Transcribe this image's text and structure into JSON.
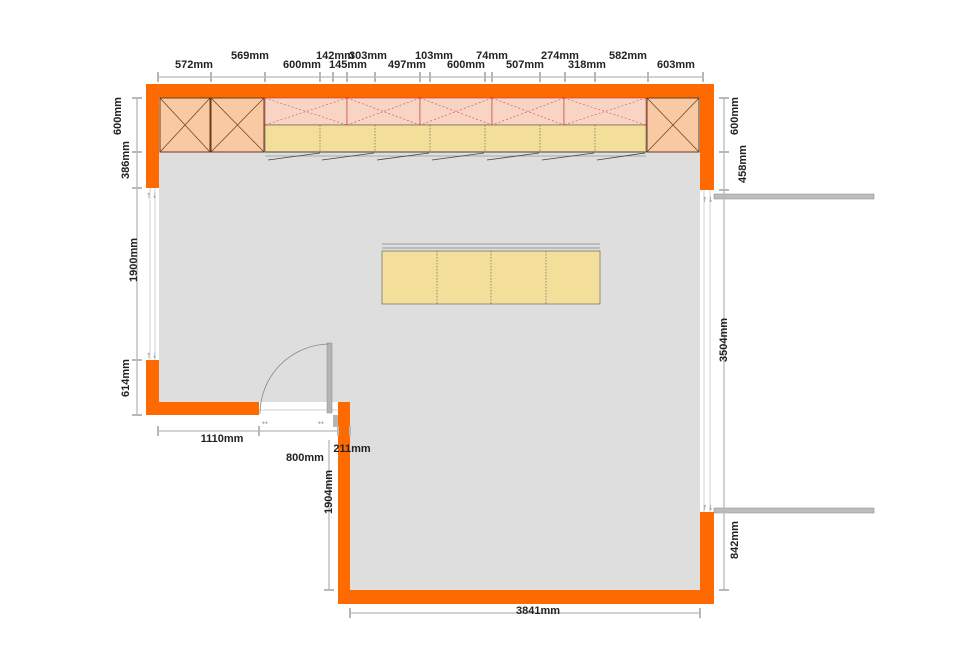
{
  "plan": {
    "colors": {
      "wall": "#ff6a00",
      "floor": "#dedede",
      "tall_unit": "#f8c9a3",
      "wall_unit": "#f8d4c4",
      "base_unit": "#f3df9a"
    },
    "top_dimensions": [
      "572mm",
      "569mm",
      "600mm",
      "142mm",
      "145mm",
      "303mm",
      "497mm",
      "103mm",
      "600mm",
      "74mm",
      "507mm",
      "274mm",
      "318mm",
      "582mm",
      "603mm"
    ],
    "left_dimensions": {
      "upper": "600mm",
      "upper_lower": "386mm",
      "window": "1900mm",
      "lower": "614mm"
    },
    "right_dimensions": {
      "upper": "600mm",
      "upper_lower": "458mm",
      "opening": "3504mm",
      "lower": "842mm"
    },
    "bottom_dimensions": {
      "left_wall": "1110mm",
      "door": "800mm",
      "return": "211mm",
      "inner_height": "1904mm",
      "bottom_wall": "3841mm"
    }
  }
}
